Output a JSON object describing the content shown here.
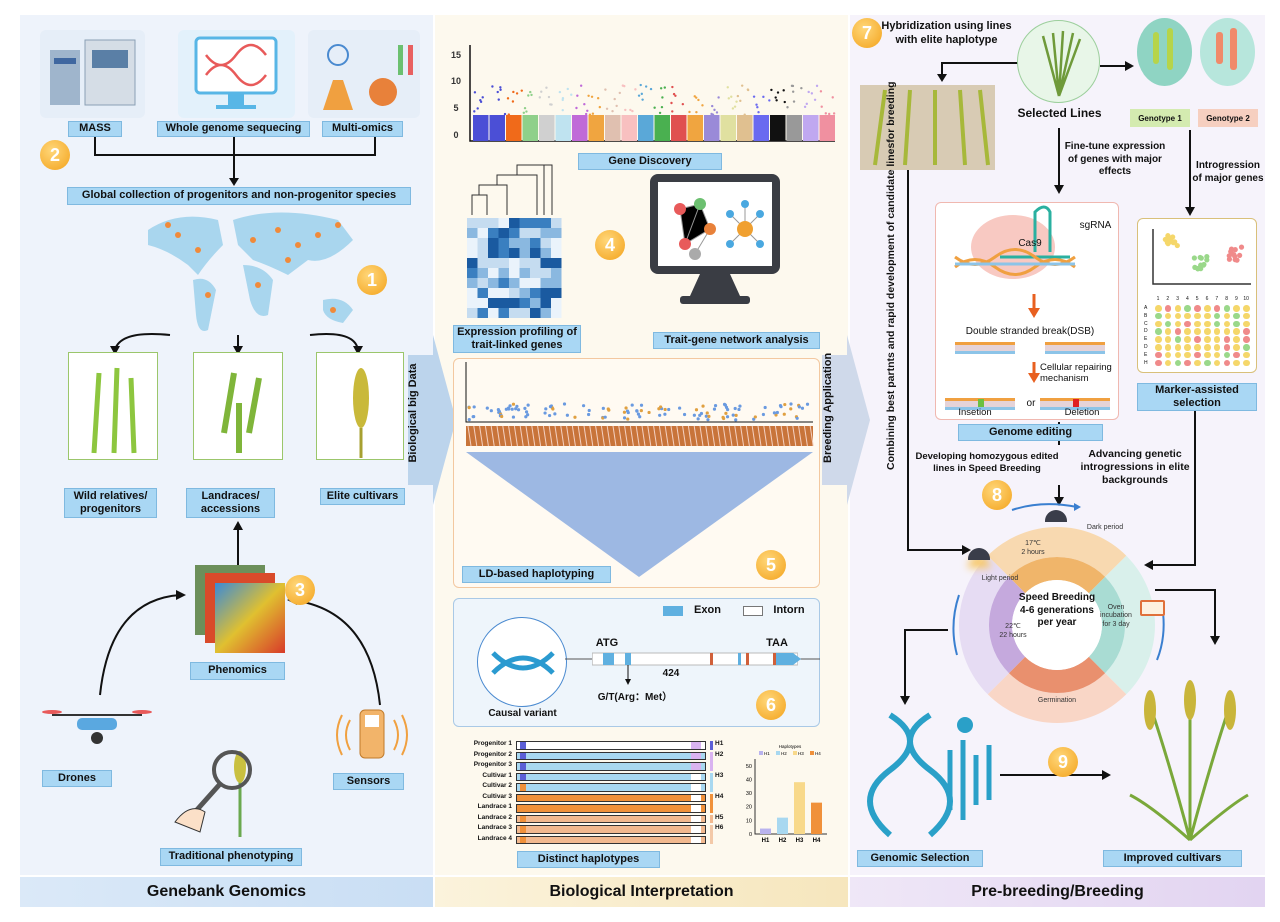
{
  "sections": {
    "left": "Genebank Genomics",
    "middle": "Biological Interpretation",
    "right": "Pre-breeding/Breeding"
  },
  "badges": [
    "1",
    "2",
    "3",
    "4",
    "5",
    "6",
    "7",
    "8",
    "9"
  ],
  "left": {
    "sources": [
      "MASS",
      "Whole genome sequecing",
      "Multi-omics"
    ],
    "global_collection": "Global collection of progenitors and non-progenitor species",
    "germplasm": [
      "Wild relatives/ progenitors",
      "Landraces/ accessions",
      "Elite cultivars"
    ],
    "phenomics": "Phenomics",
    "drones": "Drones",
    "sensors": "Sensors",
    "traditional": "Traditional phenotyping",
    "arrow": "Biological big Data"
  },
  "middle": {
    "gene_discovery": "Gene Discovery",
    "manhattan_yticks": [
      "15",
      "10",
      "5",
      "0"
    ],
    "expression": "Expression profiling of trait-linked genes",
    "network": "Trait-gene network analysis",
    "ld": "LD-based haplotyping",
    "causal": {
      "label": "Causal variant",
      "exon": "Exon",
      "intron": "Intorn",
      "start": "ATG",
      "stop": "TAA",
      "position": "424",
      "variant": "G/T(Arg：Met）"
    },
    "haplotypes": {
      "label": "Distinct haplotypes",
      "rows": [
        "Progenitor 1",
        "Progenitor 2",
        "Progenitor 3",
        "Cultivar 1",
        "Cultivar 2",
        "Cultivar 3",
        "Landrace 1",
        "Landrace 2",
        "Landrace 3",
        "Landrace 4"
      ],
      "groups": [
        "H1",
        "H2",
        "H3",
        "H4",
        "H5",
        "H6"
      ],
      "colors": {
        "H1": "#5b5fd6",
        "H2": "#d9b3f0",
        "H3": "#a8d8f0",
        "H4": "#f0913a",
        "H5": "#f2b98f",
        "H6": "#f3c9a8"
      }
    },
    "arrow": "Breeding Application"
  },
  "chart_data": {
    "type": "bar",
    "title": "Haplotypes",
    "categories": [
      "H1",
      "H2",
      "H3",
      "H4"
    ],
    "values": [
      4,
      12,
      38,
      23
    ],
    "colors": [
      "#b9b3ee",
      "#a8d8f0",
      "#f8d98a",
      "#f0913a"
    ],
    "yticks": [
      "0",
      "10",
      "20",
      "30",
      "40",
      "50"
    ],
    "ylim": [
      0,
      55
    ]
  },
  "right": {
    "hybridization": "Hybridization using lines with elite haplotype",
    "selected_lines": "Selected Lines",
    "genotype1": "Genotype 1",
    "genotype2": "Genotype 2",
    "fine_tune": "Fine-tune expression of genes with major effects",
    "introgression": "Introgression of major genes",
    "combining": "Combining best partnts and rapid development of candidate linesfor breeding",
    "editing": {
      "label": "Genome editing",
      "cas9": "Cas9",
      "sgrna": "sgRNA",
      "dsb": "Double stranded break(DSB)",
      "repair": "Cellular repairing mechanism",
      "or": "or",
      "insertion": "Insetion",
      "deletion": "Deletion"
    },
    "mas": "Marker-assisted selection",
    "plate_cols": [
      "1",
      "2",
      "3",
      "4",
      "5",
      "6",
      "7",
      "8",
      "9",
      "10"
    ],
    "plate_rows": [
      "A",
      "B",
      "C",
      "D",
      "E",
      "D",
      "E",
      "H"
    ],
    "developing": "Developing homozygous edited lines in Speed Breeding",
    "advancing": "Advancing genetic introgressions in elite backgrounds",
    "wheel": {
      "center": "Speed Breeding 4-6 generations per year",
      "dark": "Dark period",
      "dark_temp": "17℃",
      "dark_time": "2 hours",
      "light": "Light period",
      "light_temp": "22℃",
      "light_time": "22 hours",
      "oven": "Oven incubation for 3 day",
      "germination": "Germination"
    },
    "genomic_selection": "Genomic Selection",
    "improved": "Improved cultivars"
  }
}
